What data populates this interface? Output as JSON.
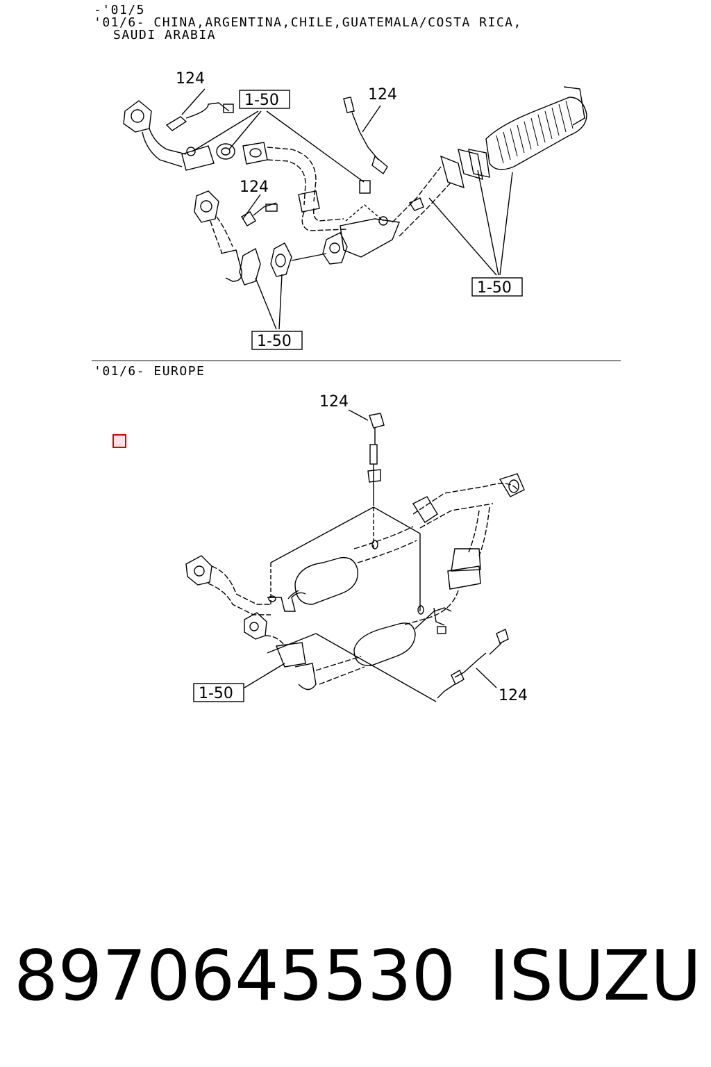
{
  "header_top": {
    "line1": "-'01/5",
    "line2": "'01/6- CHINA,ARGENTINA,CHILE,GUATEMALA/COSTA RICA,",
    "line3": "SAUDI ARABIA"
  },
  "header_bottom": {
    "line1": "'01/6- EUROPE"
  },
  "top_diagram": {
    "callouts": [
      "124",
      "124",
      "124"
    ],
    "refs": [
      "1-50",
      "1-50",
      "1-50"
    ]
  },
  "bottom_diagram": {
    "callouts": [
      "124",
      "124"
    ],
    "refs": [
      "1-50"
    ]
  },
  "footer": {
    "part_number": "8970645530",
    "brand": "ISUZU"
  },
  "colors": {
    "line": "#000000",
    "marker": "#dd0000"
  }
}
